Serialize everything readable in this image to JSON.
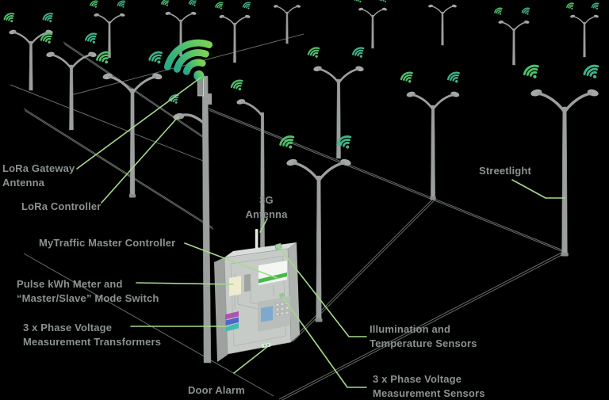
{
  "colors": {
    "background": "#000000",
    "accent_green": "#4fc06b",
    "teal_green": "#3fb287",
    "gateway_gradient_start": "#2aa887",
    "gateway_gradient_end": "#79d355",
    "leader_green": "#a6d98c",
    "label_gray": "#8b9191",
    "pole_gray": "#9b9f9d",
    "wire_gray": "#686d6b",
    "cabinet_gray": "#c7cbc8",
    "stripe_green": "#46b94f",
    "stripe_magenta": "#b052b4",
    "stripe_blue": "#4b69c9",
    "stripe_teal": "#41bcae",
    "meter_cream": "#f0ead0",
    "screen_blue": "#7ea9cf"
  },
  "icons": [
    "wifi-signal-icon",
    "lora-gateway-wifi-icon",
    "3g-antenna-icon"
  ],
  "labels": [
    {
      "id": "lora-gateway-antenna",
      "lines": [
        "LoRa Gateway",
        "Antenna"
      ]
    },
    {
      "id": "lora-controller",
      "lines": [
        "LoRa Controller"
      ]
    },
    {
      "id": "mytraffic-master-controller",
      "lines": [
        "MyTraffic Master Controller"
      ]
    },
    {
      "id": "pulse-kwh-meter",
      "lines": [
        "Pulse kWh Meter and",
        "“Master/Slave” Mode Switch"
      ]
    },
    {
      "id": "phase-voltage-transformers",
      "lines": [
        "3 x Phase Voltage",
        "Measurement Transformers"
      ]
    },
    {
      "id": "door-alarm",
      "lines": [
        "Door Alarm"
      ]
    },
    {
      "id": "antenna-3g",
      "lines": [
        "3G",
        "Antenna"
      ]
    },
    {
      "id": "streetlight",
      "lines": [
        "Streetlight"
      ]
    },
    {
      "id": "illumination-temperature-sensors",
      "lines": [
        "Illumination and",
        "Temperature Sensors"
      ]
    },
    {
      "id": "phase-voltage-sensors",
      "lines": [
        "3 x Phase Voltage",
        "Measurement Sensors"
      ]
    }
  ]
}
